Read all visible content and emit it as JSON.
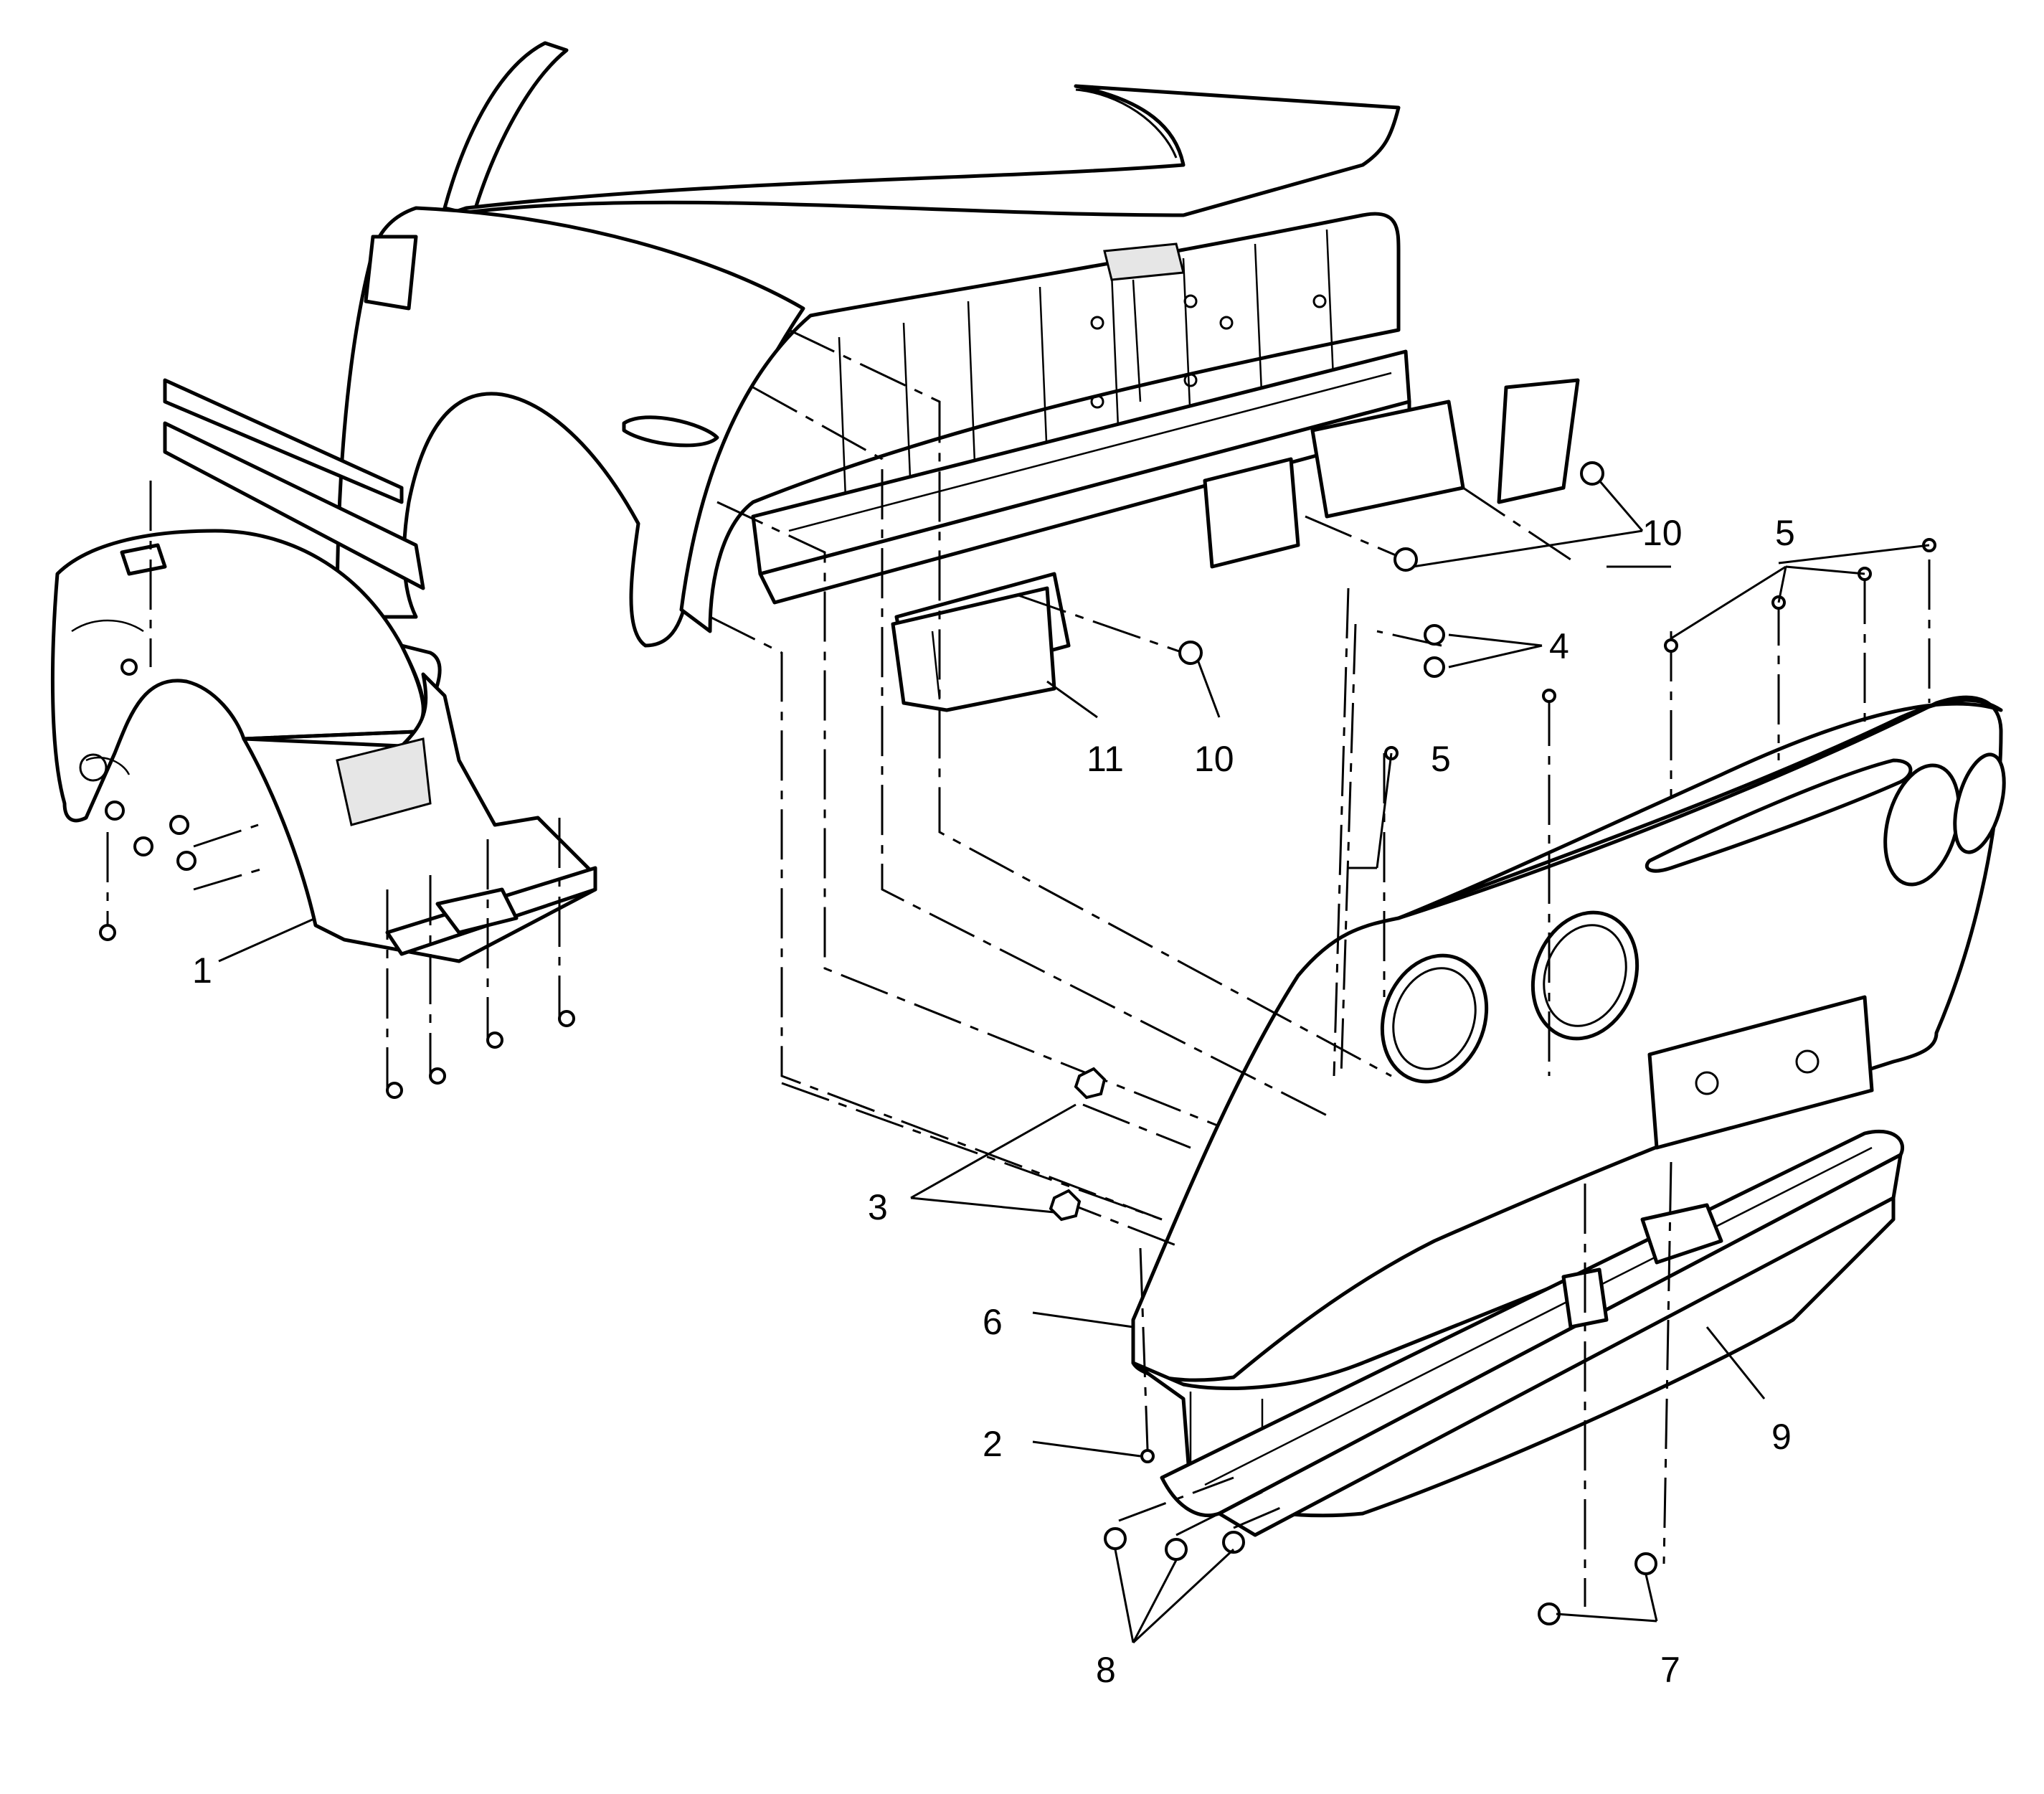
{
  "diagram": {
    "callouts": [
      {
        "id": "c1",
        "label": "1"
      },
      {
        "id": "c2",
        "label": "2"
      },
      {
        "id": "c3",
        "label": "3"
      },
      {
        "id": "c4",
        "label": "4"
      },
      {
        "id": "c5a",
        "label": "5"
      },
      {
        "id": "c5b",
        "label": "5"
      },
      {
        "id": "c6",
        "label": "6"
      },
      {
        "id": "c7",
        "label": "7"
      },
      {
        "id": "c8",
        "label": "8"
      },
      {
        "id": "c9",
        "label": "9"
      },
      {
        "id": "c10a",
        "label": "10"
      },
      {
        "id": "c10b",
        "label": "10"
      },
      {
        "id": "c11",
        "label": "11"
      }
    ]
  }
}
